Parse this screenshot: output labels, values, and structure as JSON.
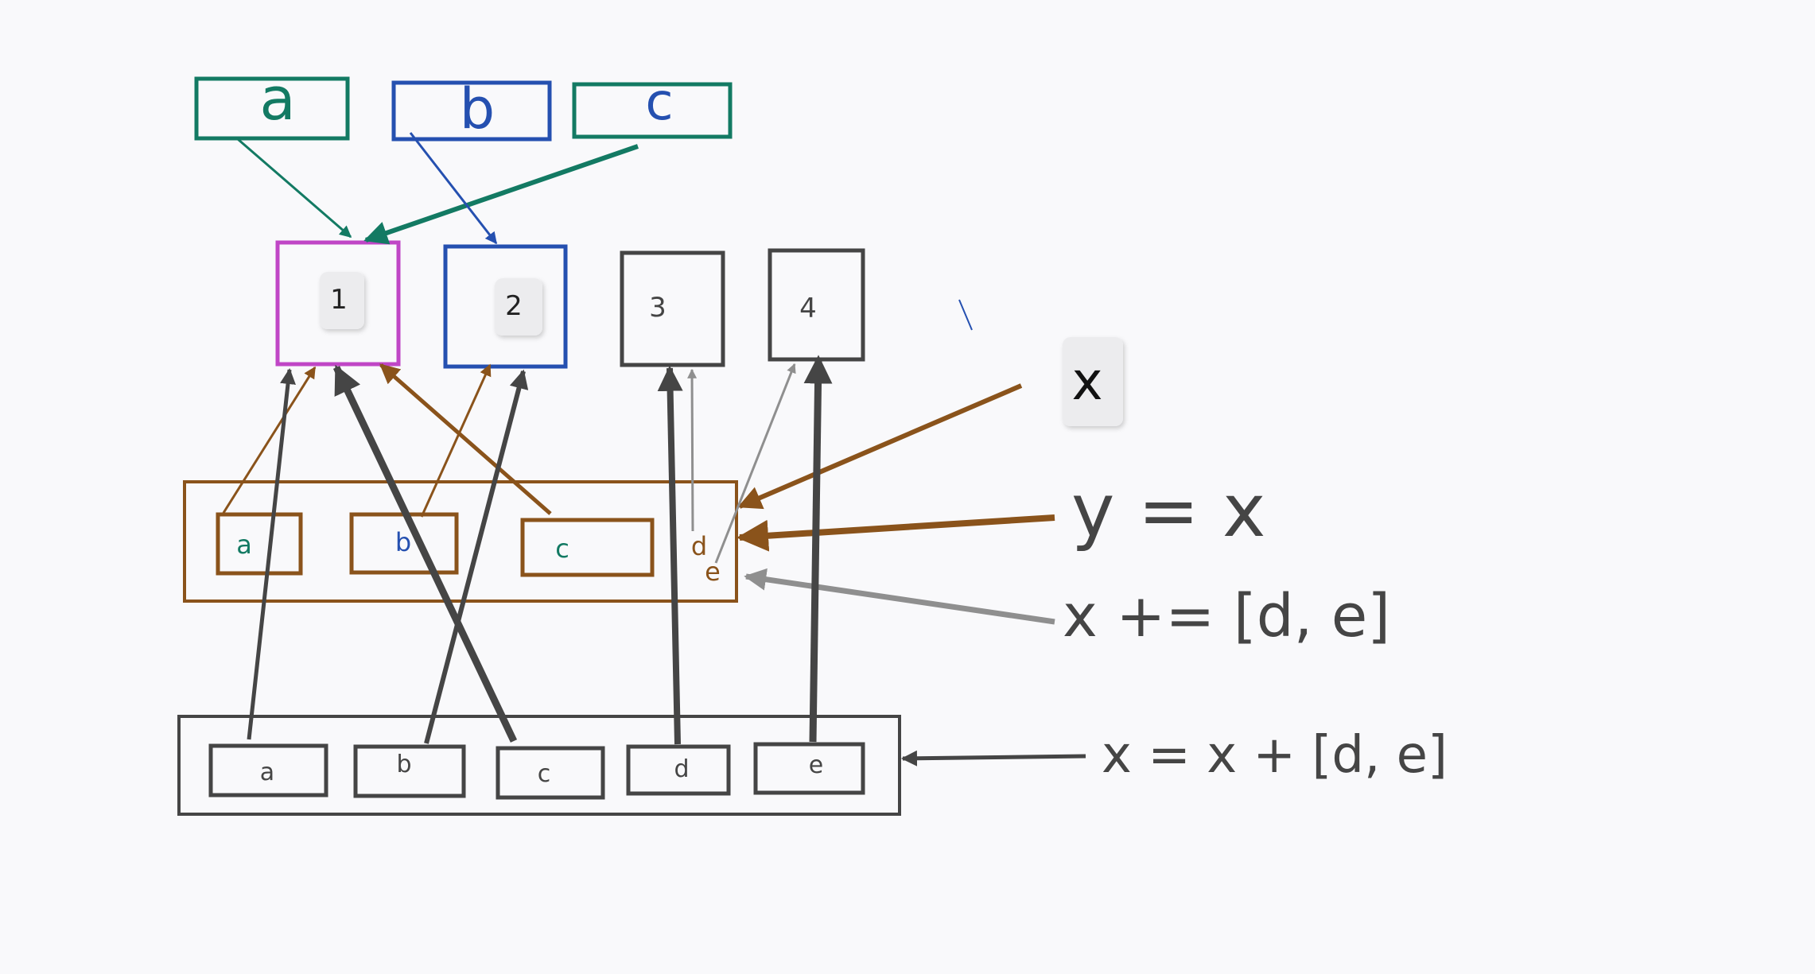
{
  "colors": {
    "background": "#f9f9fb",
    "green": "#137a63",
    "blue": "#2550b0",
    "magenta": "#c046c6",
    "brown": "#8a531b",
    "dark": "#454545",
    "gray": "#8f8f8f",
    "chip": "#ececee"
  },
  "top_names": {
    "a": "a",
    "b": "b",
    "c": "c"
  },
  "objects": {
    "one": "1",
    "two": "2",
    "three": "3",
    "four": "4"
  },
  "x_label": "x",
  "list_y": {
    "a": "a",
    "b": "b",
    "c": "c",
    "d": "d",
    "e": "e"
  },
  "list_bottom": {
    "a": "a",
    "b": "b",
    "c": "c",
    "d": "d",
    "e": "e"
  },
  "annotations": {
    "y_eq_x": "y = x",
    "x_plus_eq": "x += [d, e]",
    "x_eq_x_plus": "x = x + [d, e]"
  }
}
